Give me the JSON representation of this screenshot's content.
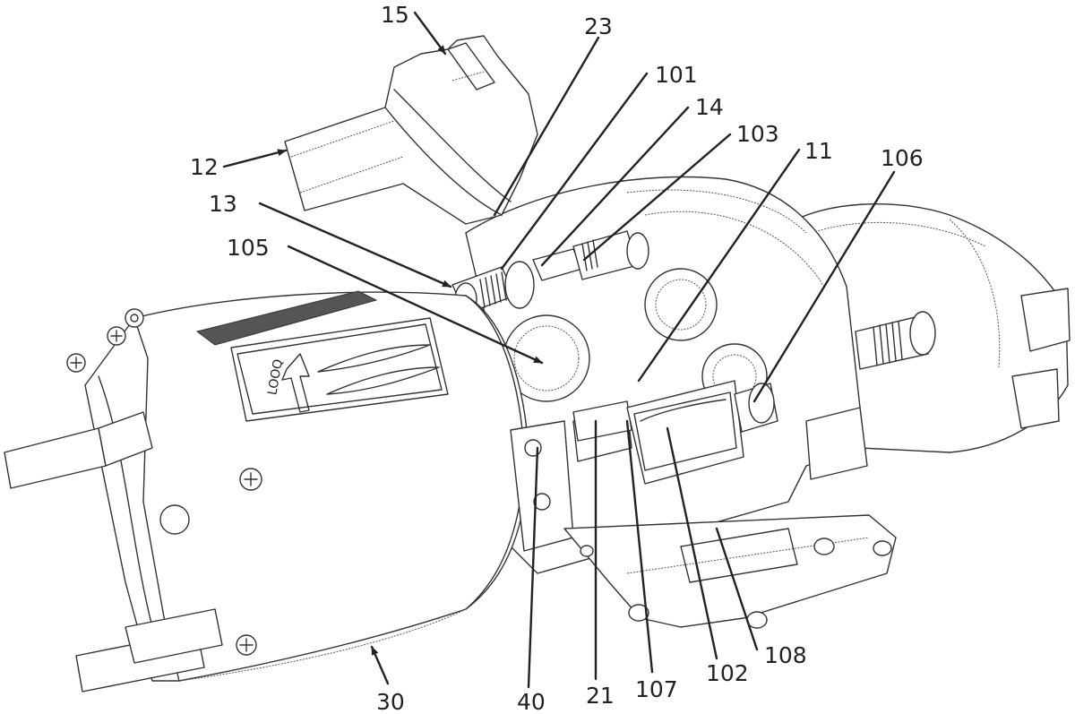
{
  "figure": {
    "description": "Patent-style perspective line drawing of an electric motor / gear actuator assembly with numbered reference callouts",
    "housing_marking": "LOOQ",
    "reference_labels": [
      {
        "id": "15",
        "text": "15",
        "leader": "arrow"
      },
      {
        "id": "23",
        "text": "23",
        "leader": "line"
      },
      {
        "id": "101",
        "text": "101",
        "leader": "line"
      },
      {
        "id": "12",
        "text": "12",
        "leader": "arrow"
      },
      {
        "id": "14",
        "text": "14",
        "leader": "line"
      },
      {
        "id": "103",
        "text": "103",
        "leader": "line"
      },
      {
        "id": "11",
        "text": "11",
        "leader": "line"
      },
      {
        "id": "106",
        "text": "106",
        "leader": "line"
      },
      {
        "id": "13",
        "text": "13",
        "leader": "arrow"
      },
      {
        "id": "105",
        "text": "105",
        "leader": "arrow"
      },
      {
        "id": "30",
        "text": "30",
        "leader": "arrow"
      },
      {
        "id": "40",
        "text": "40",
        "leader": "line"
      },
      {
        "id": "21",
        "text": "21",
        "leader": "line"
      },
      {
        "id": "107",
        "text": "107",
        "leader": "line"
      },
      {
        "id": "102",
        "text": "102",
        "leader": "line"
      },
      {
        "id": "108",
        "text": "108",
        "leader": "line"
      }
    ]
  }
}
